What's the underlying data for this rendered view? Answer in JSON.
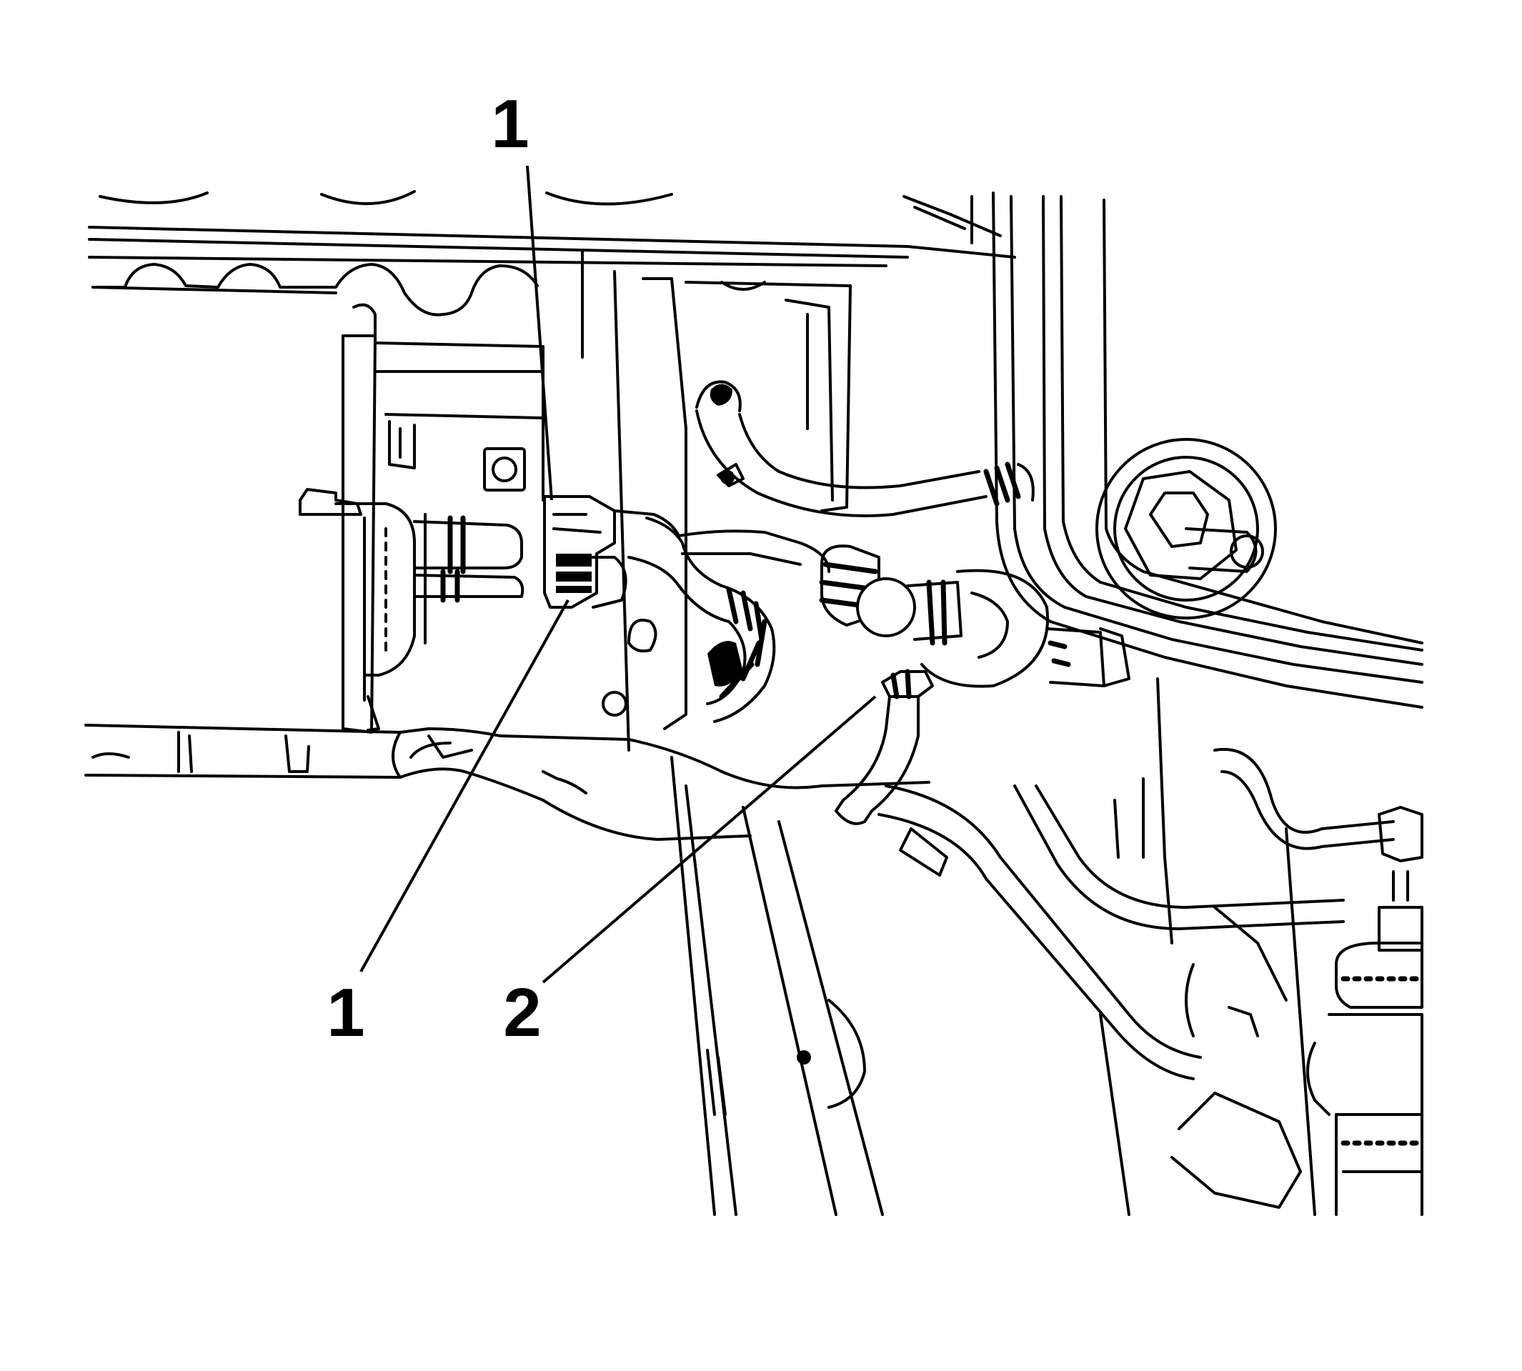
{
  "callouts": [
    {
      "id": "callout-1-top",
      "label": "1"
    },
    {
      "id": "callout-1-bottom",
      "label": "1"
    },
    {
      "id": "callout-2",
      "label": "2"
    }
  ],
  "colors": {
    "line": "#000000",
    "background": "#ffffff"
  }
}
